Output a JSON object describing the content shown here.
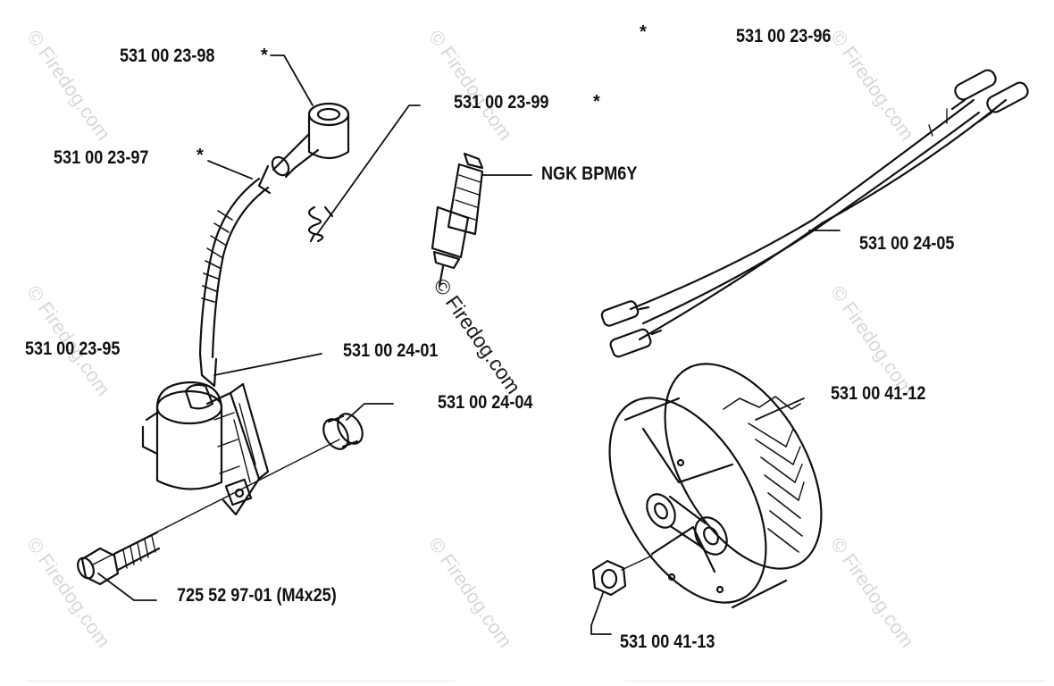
{
  "watermark": "© Firedog.com",
  "parts": {
    "p_23_98": "531 00 23-98",
    "p_23_96": "531 00 23-96",
    "p_23_99": "531 00 23-99",
    "p_23_97": "531 00 23-97",
    "plug": "NGK BPM6Y",
    "p_24_05": "531 00 24-05",
    "p_23_95": "531 00 23-95",
    "p_24_01": "531 00 24-01",
    "p_24_04": "531 00 24-04",
    "p_41_12": "531 00 41-12",
    "screw": "725 52 97-01 (M4x25)",
    "p_41_13": "531 00 41-13"
  },
  "star": "*"
}
